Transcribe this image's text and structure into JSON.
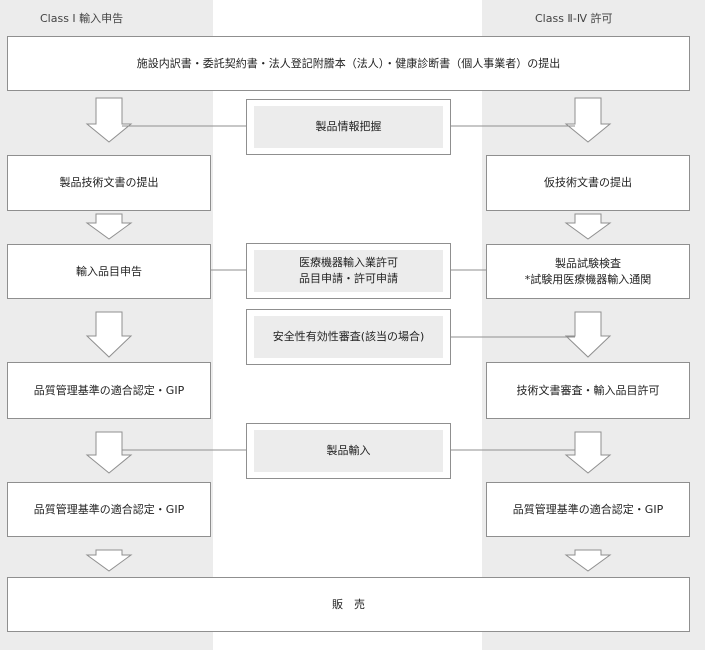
{
  "left_column": {
    "title": "Class Ⅰ 輸入申告"
  },
  "right_column": {
    "title": "Class Ⅱ-Ⅳ 許可"
  },
  "top_box": {
    "text": "施設内訳書・委託契約書・法人登記附謄本（法人）・健康診断書（個人事業者）の提出"
  },
  "left_steps": [
    "製品技術文書の提出",
    "輸入品目申告",
    "品質管理基準の適合認定・GIP",
    "品質管理基準の適合認定・GIP"
  ],
  "right_steps": [
    "仮技術文書の提出",
    "製品試験検査",
    "*試験用医療機器輸入通関",
    "技術文書審査・輸入品目許可",
    "品質管理基準の適合認定・GIP"
  ],
  "middle_steps": [
    "製品情報把握",
    "医療機器輸入業許可",
    "品目申請・許可申請",
    "安全性有効性審査(該当の場合)",
    "製品輸入"
  ],
  "bottom_box": {
    "text": "販　売"
  },
  "colors": {
    "column_bg": "#ececec",
    "box_border": "#8f8f8f",
    "text": "#222222"
  }
}
